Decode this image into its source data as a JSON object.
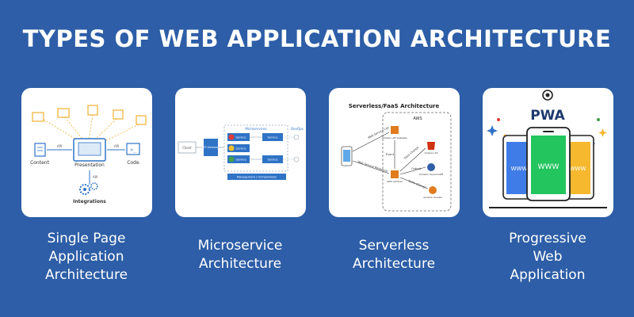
{
  "title": "TYPES OF WEB APPLICATION ARCHITECTURE",
  "colors": {
    "background": "#2d5ea7",
    "card": "#ffffff",
    "diagram_blue": "#2f73c6",
    "pwa_blue": "#3f7ce8",
    "pwa_green": "#22c55e",
    "pwa_yellow": "#f5b82e"
  },
  "cards": [
    {
      "caption_lines": [
        "Single Page",
        "Application",
        "Architecture"
      ],
      "labels": {
        "content": "Content",
        "presentation": "Presentation",
        "code": "Code",
        "integrations": "Integrations",
        "api": "API"
      }
    },
    {
      "caption_lines": [
        "Microservice",
        "Architecture"
      ],
      "labels": {
        "client": "Client",
        "gateway": "API Gateway",
        "group": "Microservices",
        "service": "Service",
        "management": "Management / Orchestration",
        "external": "DevOps"
      }
    },
    {
      "caption_lines": [
        "Serverless",
        "Architecture"
      ],
      "labels": {
        "heading": "Serverless/FaaS Architecture",
        "aws": "AWS",
        "web_service_call": "Web Service Call",
        "web_service_response": "Web Service Response",
        "event": "Event",
        "data_change": "Data Change",
        "output": "Output",
        "state_change": "State Change",
        "gateway": "Amazon API Gateway",
        "lambda": "AWS Lambda",
        "s3": "Amazon S3",
        "dynamo": "Amazon DynamoDB",
        "kinesis": "Amazon Kinesis"
      }
    },
    {
      "caption_lines": [
        "Progressive",
        "Web",
        "Application"
      ],
      "labels": {
        "badge": "PWA",
        "screen_text": "WWW"
      }
    }
  ]
}
